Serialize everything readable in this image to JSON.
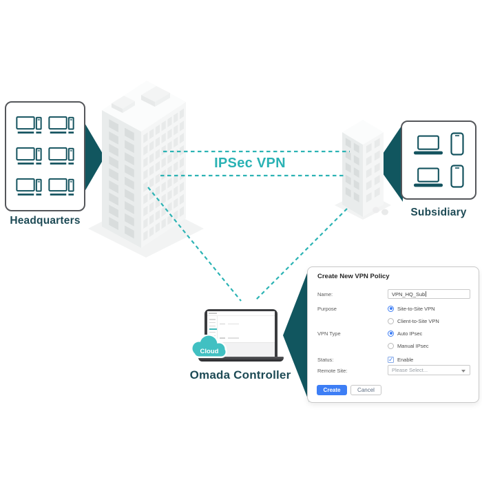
{
  "diagram": {
    "headquarters_label": "Headquarters",
    "subsidiary_label": "Subsidiary",
    "vpn_link_label": "IPSec VPN",
    "cloud_label": "Cloud",
    "controller_label": "Omada Controller",
    "icons": {
      "headquarters_device": "desktop-pc-icon",
      "subsidiary_devices": [
        "laptop-icon",
        "smartphone-icon"
      ],
      "controller_device": "laptop-icon",
      "cloud": "cloud-icon"
    }
  },
  "vpn_form": {
    "title": "Create New VPN Policy",
    "name": {
      "label": "Name:",
      "value": "VPN_HQ_Sub"
    },
    "purpose": {
      "label": "Purpose",
      "options": [
        {
          "label": "Site-to-Site VPN",
          "selected": true
        },
        {
          "label": "Client-to-Site VPN",
          "selected": false
        }
      ]
    },
    "vpn_type": {
      "label": "VPN Type",
      "options": [
        {
          "label": "Auto IPsec",
          "selected": true
        },
        {
          "label": "Manual IPsec",
          "selected": false
        }
      ]
    },
    "status": {
      "label": "Status:",
      "checkbox_label": "Enable",
      "checked": true
    },
    "remote_site": {
      "label": "Remote Site:",
      "value": "Please Select..."
    },
    "buttons": {
      "create": "Create",
      "cancel": "Cancel"
    }
  },
  "colors": {
    "dark_teal_arrow": "#11565f",
    "teal_accent": "#2cb3b4",
    "cloud_fill": "#41c0c2",
    "accent_blue": "#3d7ef5",
    "label_text": "#1d4a55",
    "device_icon_stroke": "#14535f",
    "panel_border": "#c8c8c8"
  }
}
